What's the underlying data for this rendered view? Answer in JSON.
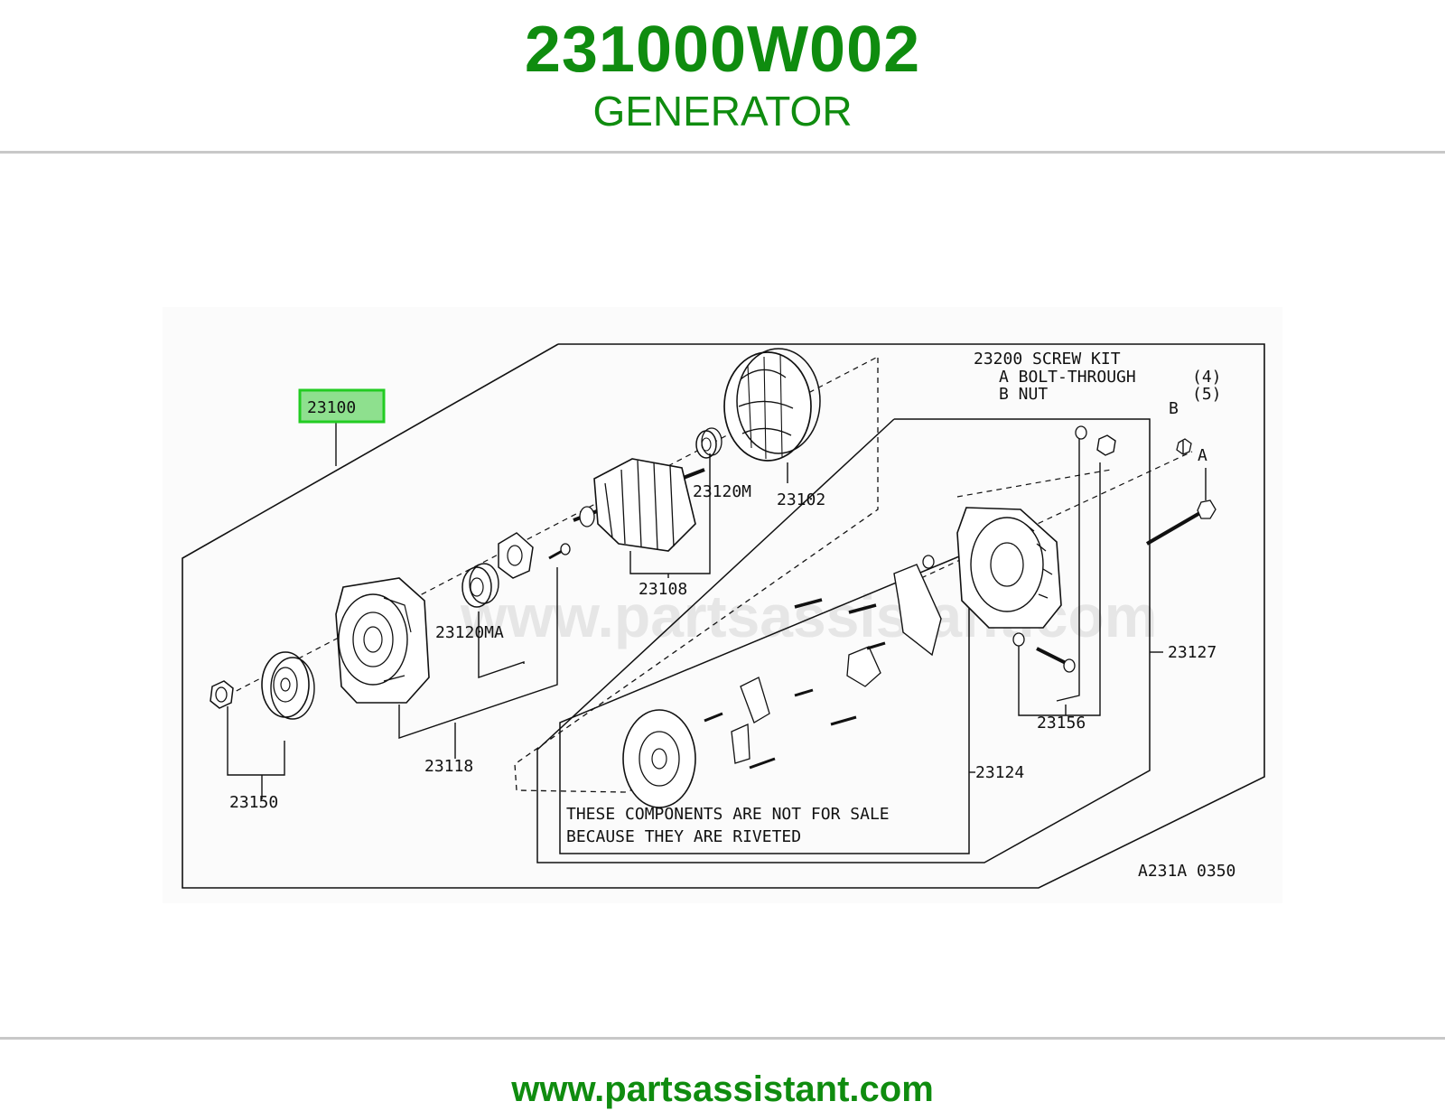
{
  "header": {
    "part_number": "231000W002",
    "part_name": "GENERATOR"
  },
  "diagram": {
    "highlighted_callout": "23100",
    "callouts": {
      "p23102": "23102",
      "p23120m": "23120M",
      "p23108": "23108",
      "p23120ma": "23120MA",
      "p23118": "23118",
      "p23150": "23150",
      "p23127": "23127",
      "p23156": "23156",
      "p23124": "23124"
    },
    "screw_kit": {
      "title": "23200  SCREW KIT",
      "a_label": "A  BOLT-THROUGH",
      "a_qty": "(4)",
      "b_label": "B  NUT",
      "b_qty": "(5)",
      "marker_a": "A",
      "marker_b": "B"
    },
    "note_line1": "THESE COMPONENTS ARE NOT FOR SALE",
    "note_line2": "BECAUSE THEY ARE RIVETED",
    "drawing_code": "A231A 0350",
    "watermark": "www.partsassistant.com"
  },
  "footer": {
    "url": "www.partsassistant.com"
  },
  "colors": {
    "brand_green": "#0f8c0f",
    "highlight_fill": "#8ee08e",
    "highlight_border": "#22cc22"
  }
}
